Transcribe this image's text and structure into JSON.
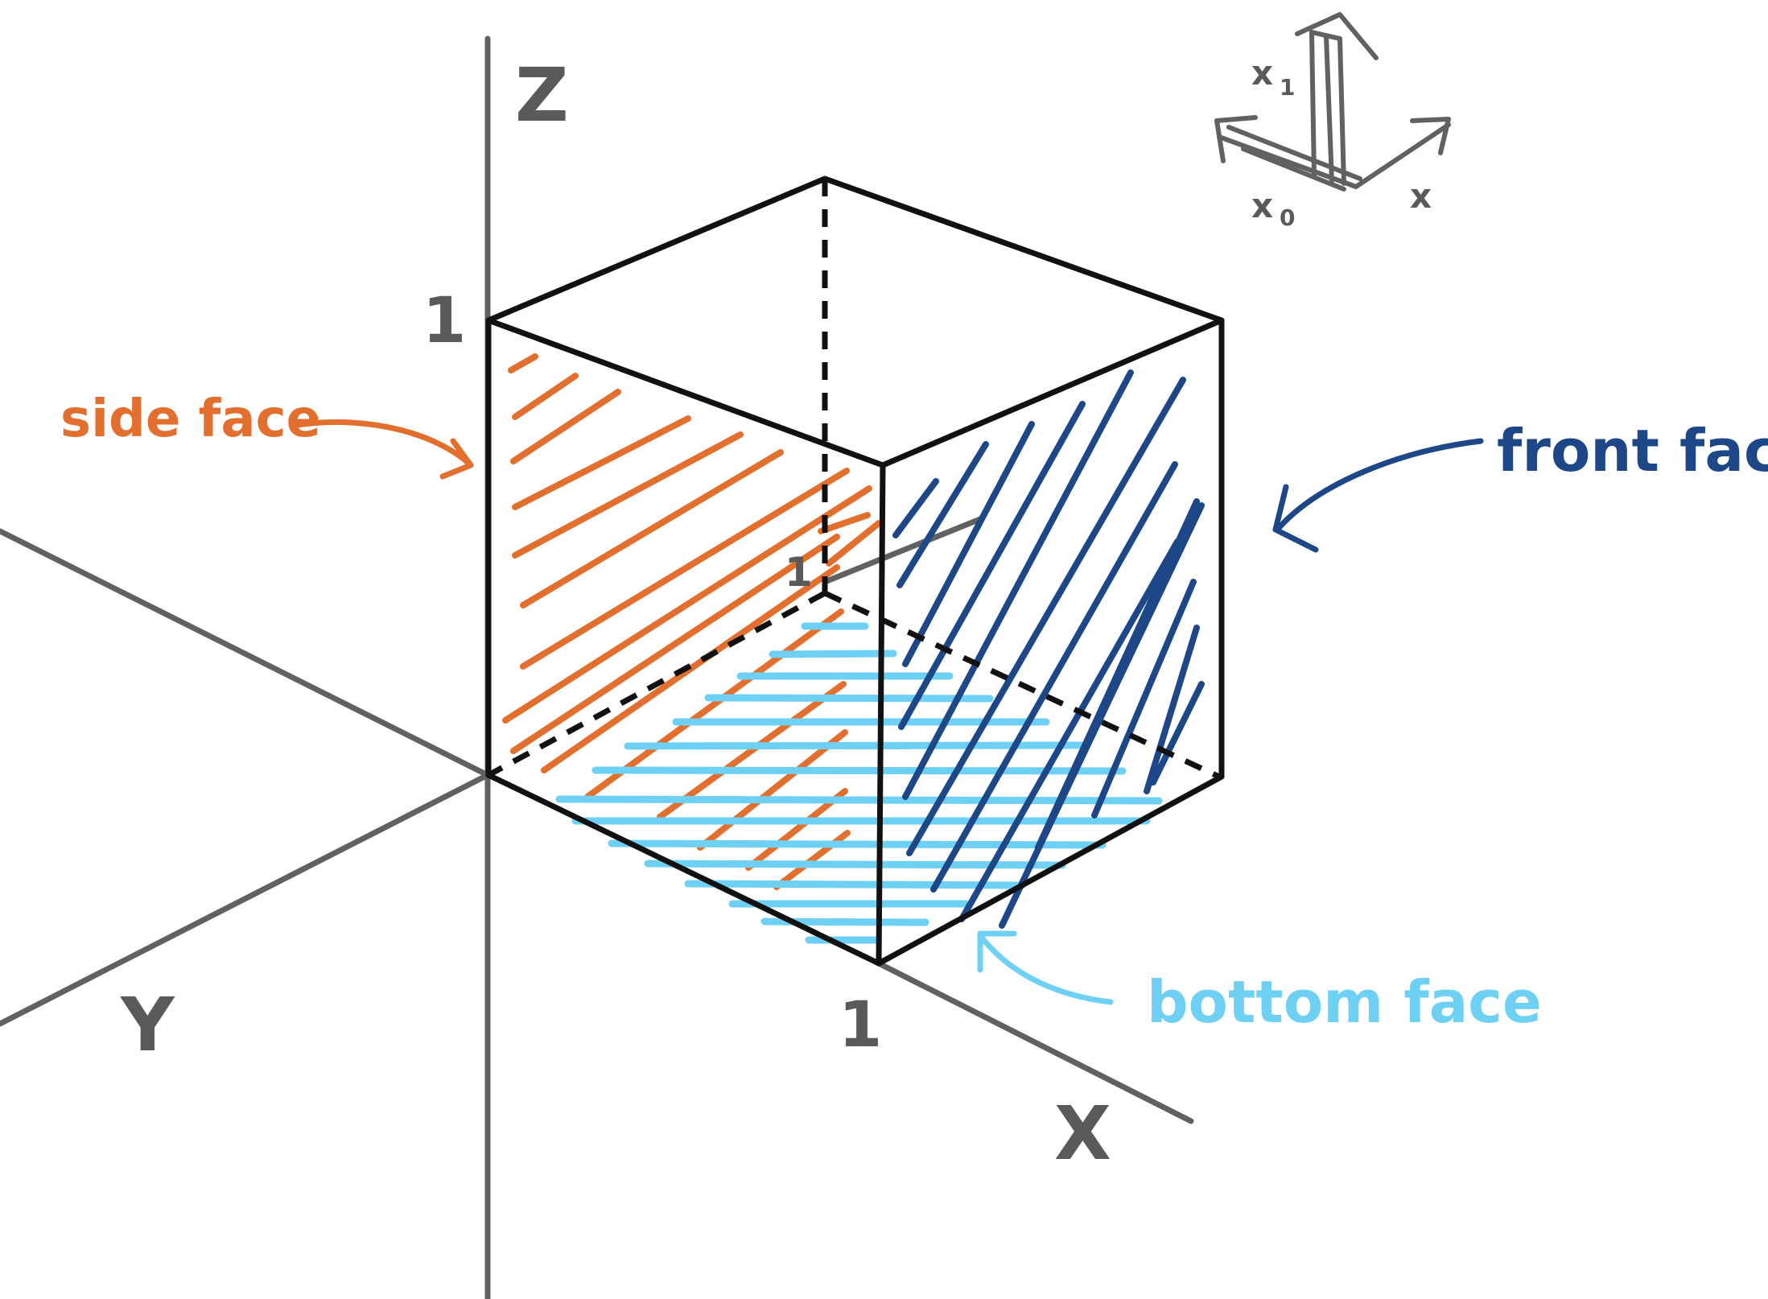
{
  "axes": {
    "z_label": "Z",
    "y_label": "Y",
    "x_label": "X"
  },
  "ticks": {
    "z_tick": "1",
    "x_tick": "1",
    "y_tick": "1"
  },
  "labels": {
    "side_face": "side face",
    "front_face": "front face",
    "bottom_face": "bottom face"
  },
  "mini_icon": {
    "x1_main": "x",
    "x1_sub": "1",
    "x0_main": "x",
    "x0_sub": "0",
    "x_label": "x"
  },
  "colors": {
    "side_face": "#e36f2e",
    "front_face": "#1e4788",
    "bottom_face": "#6ed0f3",
    "axis": "#616161",
    "edge": "#111111"
  }
}
